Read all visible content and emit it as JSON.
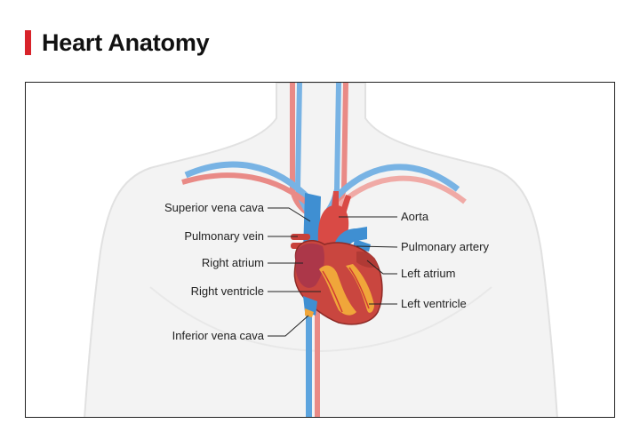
{
  "title": "Heart Anatomy",
  "colors": {
    "accent": "#d8232a",
    "artery": "#d94a45",
    "vein": "#3f8fd2",
    "muscle": "#c0413a",
    "fat": "#f0a63a"
  },
  "labels": {
    "superior_vena_cava": "Superior vena cava",
    "pulmonary_vein": "Pulmonary vein",
    "right_atrium": "Right atrium",
    "right_ventricle": "Right ventricle",
    "inferior_vena_cava": "Inferior vena cava",
    "aorta": "Aorta",
    "pulmonary_artery": "Pulmonary artery",
    "left_atrium": "Left atrium",
    "left_ventricle": "Left ventricle"
  }
}
